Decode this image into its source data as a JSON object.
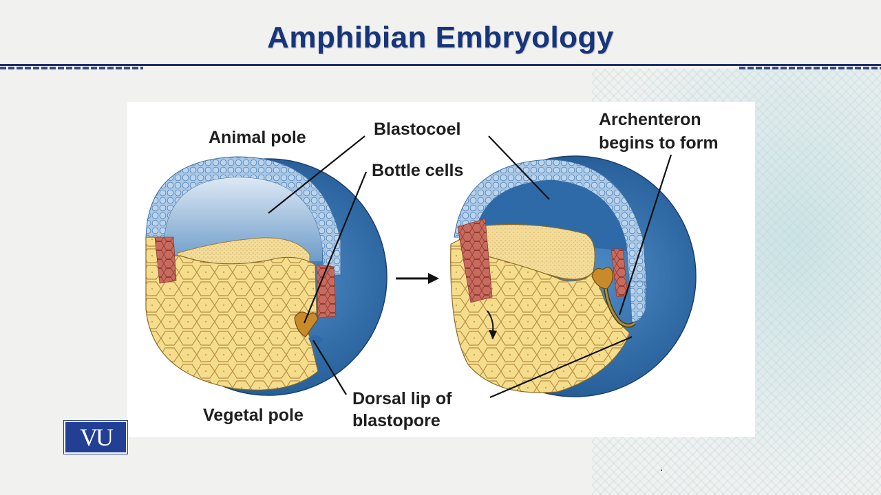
{
  "slide": {
    "title": "Amphibian Embryology",
    "logo_text": "VU"
  },
  "labels": {
    "animal_pole": "Animal pole",
    "blastocoel": "Blastocoel",
    "bottle_cells": "Bottle cells",
    "vegetal_pole": "Vegetal pole",
    "dorsal_lip_line1": "Dorsal lip of",
    "dorsal_lip_line2": "blastopore",
    "archenteron_line1": "Archenteron",
    "archenteron_line2": "begins to form"
  },
  "colors": {
    "title": "#16357a",
    "ectoderm_blue": "#9dbfe0",
    "mesoderm_red": "#c96a5f",
    "yolk_yellow": "#f5dd8c",
    "embryo_blue": "#2f6aa8",
    "bottle_cells": "#c98a2a"
  }
}
